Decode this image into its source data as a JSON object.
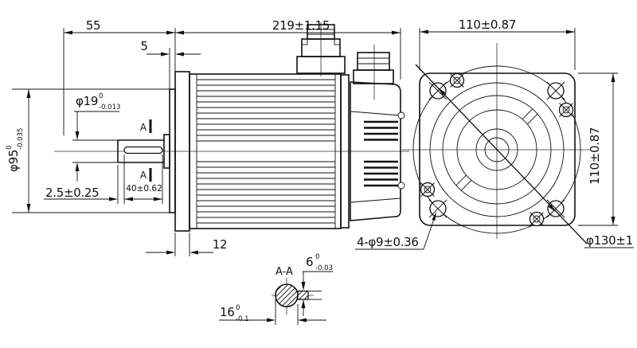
{
  "colors": {
    "line": "#111111",
    "background": "#ffffff"
  },
  "side_view": {
    "shaft_extension": "55",
    "body_length": "219±1.15",
    "spigot_depth": "5",
    "shaft_diameter": {
      "value": "φ19",
      "tol_top": "0",
      "tol_bottom": "-0.013"
    },
    "spigot_diameter": {
      "value": "φ95",
      "tol_top": "0",
      "tol_bottom": "-0.035"
    },
    "keyway_offset": "2.5±0.25",
    "keyway_length": "40±0.62",
    "section_mark_upper": "A",
    "section_mark_lower": "A",
    "flange_thickness": "12"
  },
  "front_view": {
    "width": "110±0.87",
    "height": "110±0.87",
    "mounting_holes": "4-φ9±0.36",
    "bolt_circle": "φ130±1"
  },
  "section_aa": {
    "title": "A-A",
    "shaft_flat_width": {
      "value": "16",
      "tol_top": "0",
      "tol_bottom": "-0.1"
    },
    "keyway_width": {
      "value": "6",
      "tol_top": "0",
      "tol_bottom": "-0.03"
    }
  }
}
